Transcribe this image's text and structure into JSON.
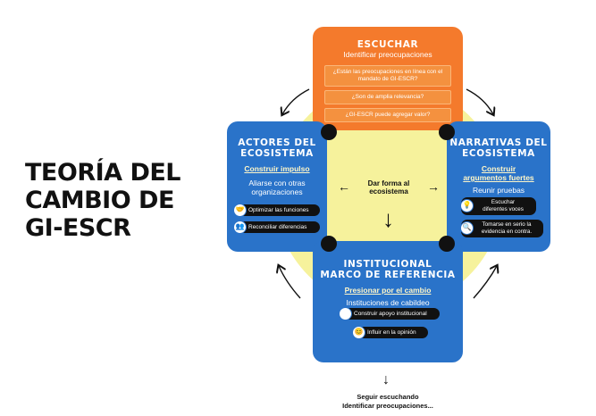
{
  "title_lines": [
    "TEORÍA DEL",
    "CAMBIO DE",
    "GI-ESCR"
  ],
  "top": {
    "title": "ESCUCHAR",
    "subtitle": "Identificar preocupaciones",
    "questions": [
      "¿Están las preocupaciones en línea con el mandato de GI-ESCR?",
      "¿Son de amplia relevancia?",
      "¿GI-ESCR puede agregar valor?"
    ]
  },
  "left": {
    "title_lines": [
      "ACTORES DEL",
      "ECOSISTEMA"
    ],
    "action": "Construir impulso",
    "desc_lines": [
      "Aliarse con otras",
      "organizaciones"
    ],
    "pills": [
      {
        "label": "Optimizar las funciones",
        "icon": "handshake-icon",
        "glyph": "🤝"
      },
      {
        "label": "Reconciliar diferencias",
        "icon": "people-icon",
        "glyph": "👥"
      }
    ]
  },
  "right": {
    "title_lines": [
      "NARRATIVAS DEL",
      "ECOSISTEMA"
    ],
    "action_lines": [
      "Construir",
      "argumentos fuertes"
    ],
    "desc": "Reunir pruebas",
    "pills": [
      {
        "label_lines": [
          "Escuchar",
          "diferentes voces"
        ],
        "icon": "lightbulb-icon",
        "glyph": "💡"
      },
      {
        "label_lines": [
          "Tomarse en serio la",
          "evidencia en contra."
        ],
        "icon": "magnifier-icon",
        "glyph": "🔍"
      }
    ]
  },
  "bottom": {
    "title_lines": [
      "INSTITUCIONAL",
      "MARCO DE REFERENCIA"
    ],
    "action": "Presionar por el cambio",
    "desc": "Instituciones de cabildeo",
    "pills": [
      {
        "label": "Construir apoyo institucional",
        "icon": "institution-icon",
        "glyph": "🏛"
      },
      {
        "label": "Influir en la opinión",
        "icon": "opinion-icon",
        "glyph": "😊"
      }
    ]
  },
  "center": {
    "text_lines": [
      "Dar forma al",
      "ecosistema"
    ]
  },
  "footer": {
    "lines": [
      "Seguir escuchando",
      "Identificar preocupaciones..."
    ]
  },
  "colors": {
    "orange": "#f47a2c",
    "blue": "#2a73c9",
    "yellow": "#f6f29c",
    "dark": "#111111"
  }
}
